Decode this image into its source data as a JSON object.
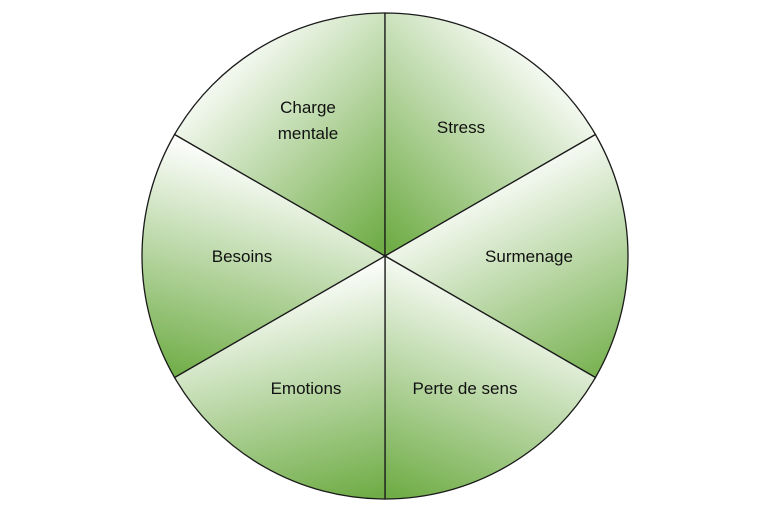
{
  "diagram": {
    "green": "#70ad47",
    "segments": [
      {
        "label_line1": "Charge",
        "label_line2": "mentale"
      },
      {
        "label": "Stress"
      },
      {
        "label": "Surmenage"
      },
      {
        "label": "Perte de sens"
      },
      {
        "label": "Emotions"
      },
      {
        "label": "Besoins"
      }
    ]
  }
}
